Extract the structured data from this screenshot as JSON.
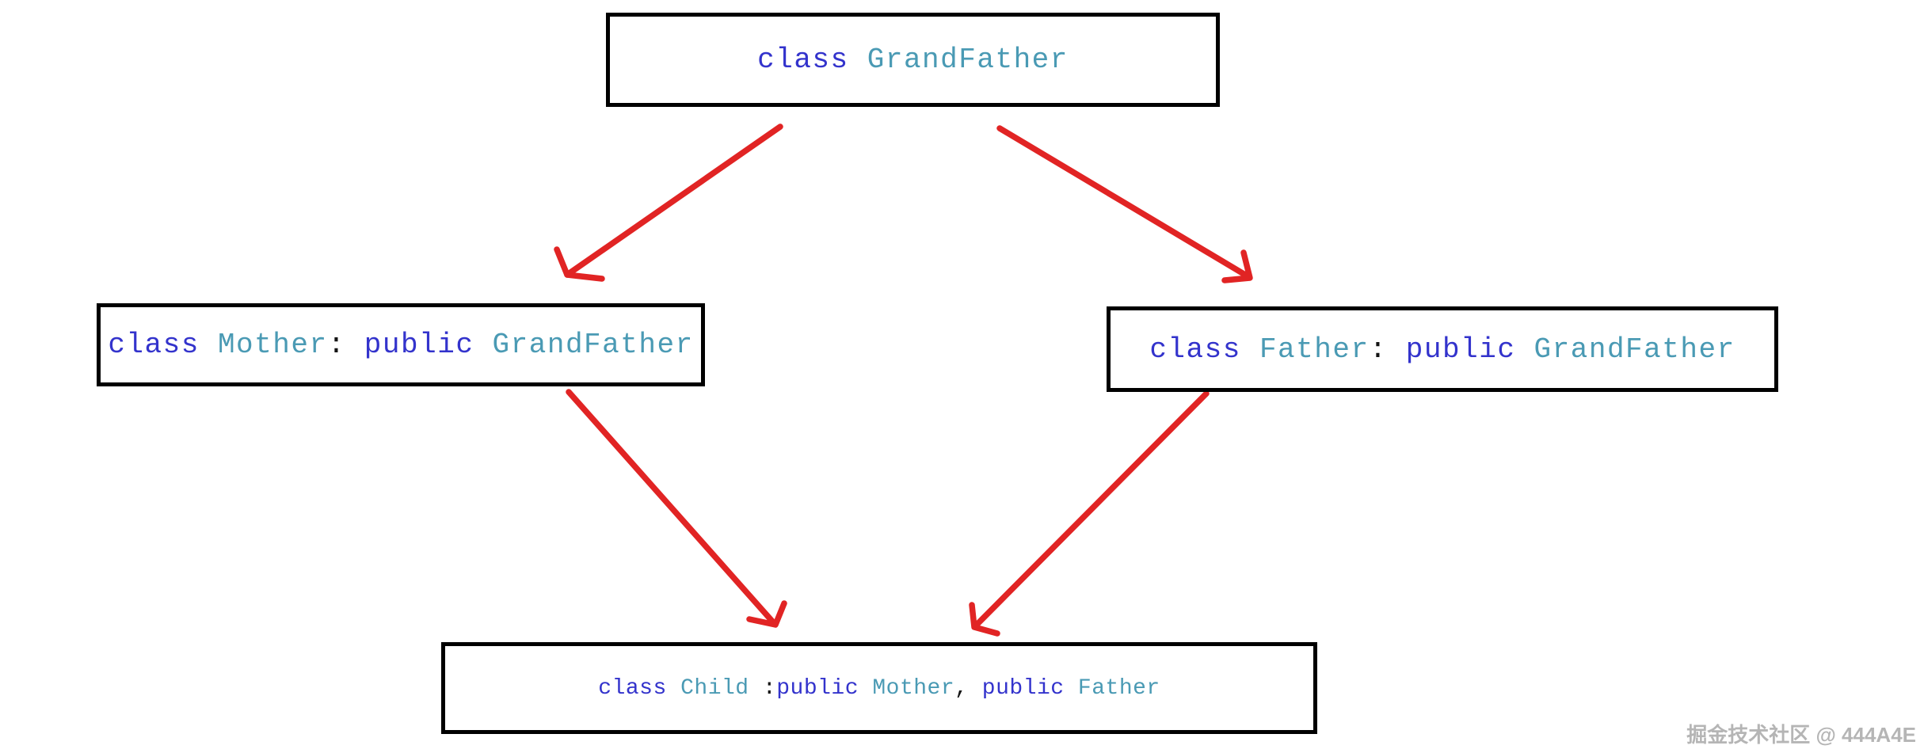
{
  "colors": {
    "keyword": "#3333cc",
    "type": "#4a9ab4",
    "punct": "#141414",
    "arrow": "#e12424",
    "border": "#000000",
    "background": "#ffffff",
    "watermark": "#b5b5b5"
  },
  "boxes": {
    "grandfather": {
      "text": "class GrandFather",
      "tokens": [
        {
          "text": "class ",
          "kind": "keyword"
        },
        {
          "text": "GrandFather",
          "kind": "type"
        }
      ]
    },
    "mother": {
      "text": "class Mother: public GrandFather",
      "tokens": [
        {
          "text": "class ",
          "kind": "keyword"
        },
        {
          "text": "Mother",
          "kind": "type"
        },
        {
          "text": ": ",
          "kind": "punct"
        },
        {
          "text": "public ",
          "kind": "keyword"
        },
        {
          "text": "GrandFather",
          "kind": "type"
        }
      ]
    },
    "father": {
      "text": "class Father: public GrandFather",
      "tokens": [
        {
          "text": "class ",
          "kind": "keyword"
        },
        {
          "text": "Father",
          "kind": "type"
        },
        {
          "text": ": ",
          "kind": "punct"
        },
        {
          "text": "public ",
          "kind": "keyword"
        },
        {
          "text": "GrandFather",
          "kind": "type"
        }
      ]
    },
    "child": {
      "text": "class Child :public Mother, public Father",
      "tokens": [
        {
          "text": "class ",
          "kind": "keyword"
        },
        {
          "text": "Child",
          "kind": "type"
        },
        {
          "text": " :",
          "kind": "punct"
        },
        {
          "text": "public ",
          "kind": "keyword"
        },
        {
          "text": "Mother",
          "kind": "type"
        },
        {
          "text": ", ",
          "kind": "punct"
        },
        {
          "text": "public ",
          "kind": "keyword"
        },
        {
          "text": "Father",
          "kind": "type"
        }
      ]
    }
  },
  "arrows": [
    {
      "from": "GrandFather",
      "to": "Mother"
    },
    {
      "from": "GrandFather",
      "to": "Father"
    },
    {
      "from": "Mother",
      "to": "Child"
    },
    {
      "from": "Father",
      "to": "Child"
    }
  ],
  "watermark": {
    "text": "掘金技术社区 @ 444A4E"
  }
}
